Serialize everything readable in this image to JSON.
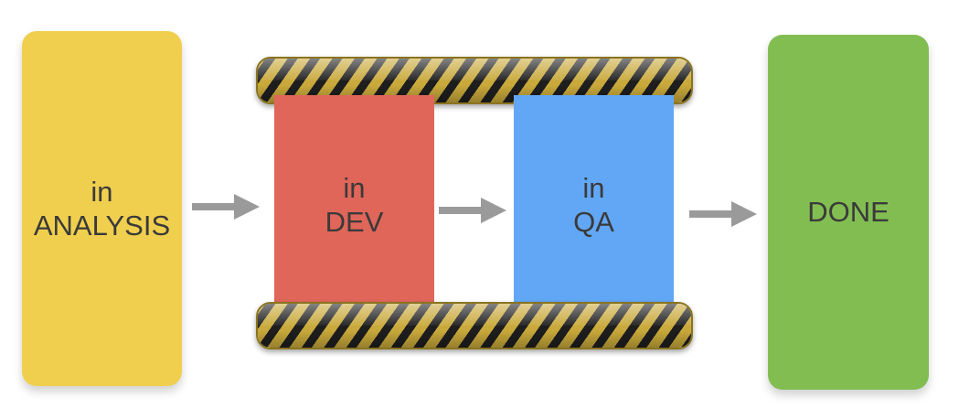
{
  "colors": {
    "analysis": "#f0cf4e",
    "dev": "#e0665a",
    "qa": "#62a7f5",
    "done": "#82bd52",
    "arrow": "#9a9a9a",
    "text": "#3a3a3a"
  },
  "stages": {
    "analysis": {
      "line1": "in",
      "line2": "ANALYSIS"
    },
    "dev": {
      "line1": "in",
      "line2": "DEV"
    },
    "qa": {
      "line1": "in",
      "line2": "QA"
    },
    "done": {
      "line1": "DONE"
    }
  },
  "icons": {
    "arrow": "arrow-right-icon",
    "barrier": "hazard-stripe-bar"
  }
}
